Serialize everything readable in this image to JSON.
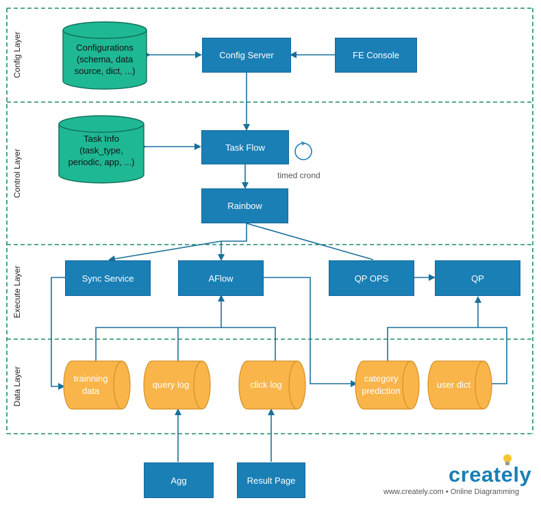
{
  "layers": {
    "config": "Config Layer",
    "control": "Control Layer",
    "execute": "Execute Layer",
    "data": "Data Layer"
  },
  "boxes": {
    "config_server": "Config Server",
    "fe_console": "FE Console",
    "task_flow": "Task Flow",
    "rainbow": "Rainbow",
    "sync_service": "Sync Service",
    "aflow": "AFlow",
    "qp_ops": "QP OPS",
    "qp": "QP",
    "agg": "Agg",
    "result_page": "Result Page"
  },
  "databases": {
    "configurations": [
      "Configurations",
      "(schema, data",
      "source, dict, ...)"
    ],
    "task_info": [
      "Task Info",
      "(task_type,",
      "periodic, app, ...)"
    ]
  },
  "stores": {
    "training_data": [
      "trainning",
      "data"
    ],
    "query_log": [
      "query log"
    ],
    "click_log": [
      "click log"
    ],
    "category_prediction": [
      "category",
      "prediction"
    ],
    "user_dict": [
      "user dict"
    ]
  },
  "timed_crond": "timed crond",
  "logo": {
    "name": "creately",
    "tagline": "www.creately.com • Online Diagramming"
  },
  "colors": {
    "box": "#1a7fb5",
    "database": "#1fb894",
    "store": "#f9b54a",
    "layer_border": "#1a8a6a",
    "connector": "#1a6f9a"
  },
  "icons": [
    "clock-icon",
    "lightbulb-icon"
  ]
}
